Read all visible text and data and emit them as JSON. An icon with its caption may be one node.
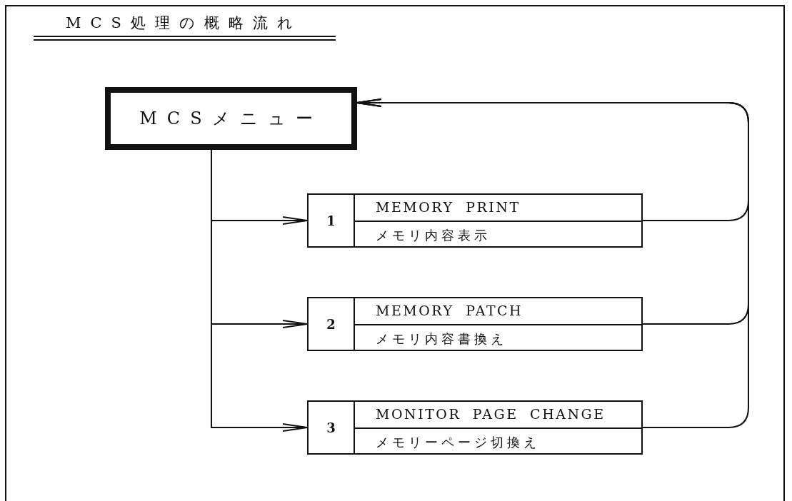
{
  "diagram": {
    "title": "MCS処理の概略流れ",
    "nodes": [
      {
        "text": [
          "MCSメニュー"
        ]
      },
      {
        "text": [
          "1",
          "MEMORY PRINT",
          "メモリ内容表示"
        ]
      },
      {
        "text": [
          "2",
          "MEMORY PATCH",
          "メモリ内容書換え"
        ]
      },
      {
        "text": [
          "3",
          "MONITOR PAGE CHANGE",
          "メモリーページ切換え"
        ]
      }
    ],
    "edges": [
      {
        "from": 0,
        "to": 1,
        "arrow": "to"
      },
      {
        "from": 0,
        "to": 2,
        "arrow": "to"
      },
      {
        "from": 0,
        "to": 3,
        "arrow": "to"
      },
      {
        "from": 1,
        "to": 0,
        "arrow": "to"
      },
      {
        "from": 2,
        "to": 0,
        "arrow": "to"
      },
      {
        "from": 3,
        "to": 0,
        "arrow": "to"
      }
    ]
  }
}
